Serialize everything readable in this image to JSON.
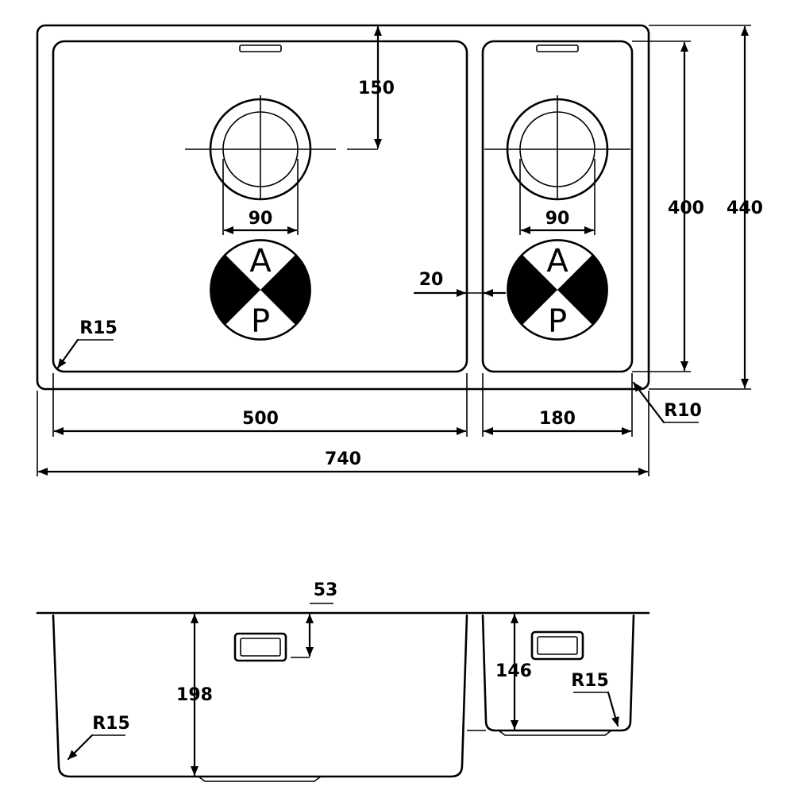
{
  "labels": {
    "dim_150": "150",
    "dim_90_left": "90",
    "dim_90_right": "90",
    "dim_20": "20",
    "dim_400": "400",
    "dim_440": "440",
    "r15_top": "R15",
    "r10": "R10",
    "dim_500": "500",
    "dim_180": "180",
    "dim_740": "740",
    "dim_53": "53",
    "dim_198": "198",
    "dim_146": "146",
    "r15_bottom_left": "R15",
    "r15_bottom_right": "R15"
  },
  "marks": {
    "a": "A",
    "p": "P"
  }
}
